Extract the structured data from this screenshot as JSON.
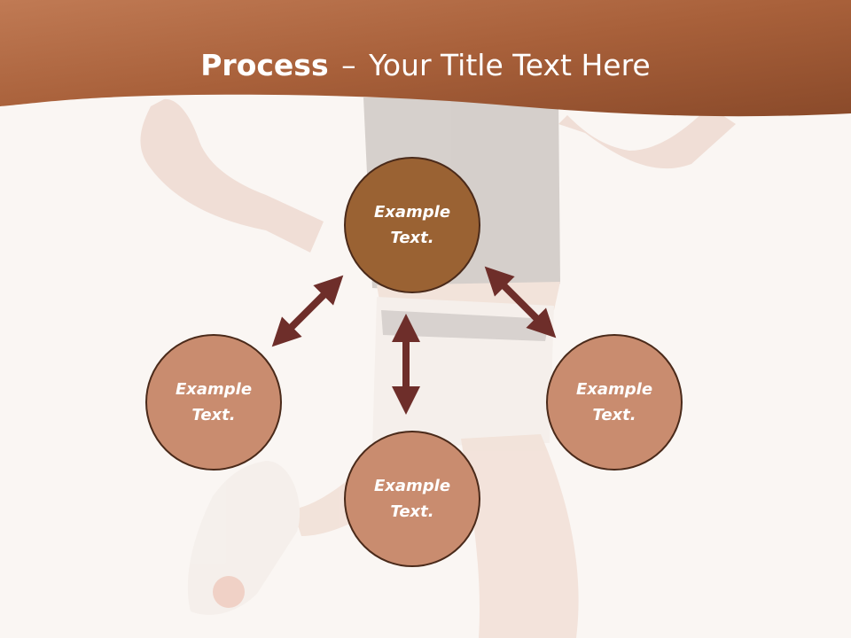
{
  "slide": {
    "title_bold": "Process",
    "title_separator": "–",
    "title_rest": "Your Title Text Here"
  },
  "circles": {
    "top": "Example Text.",
    "left": "Example Text.",
    "right": "Example Text.",
    "bottom": "Example Text."
  },
  "colors": {
    "header": "#a8603a",
    "circle_dark": "#9a6233",
    "circle_light": "#c98c6f",
    "arrow": "#6e2e2a",
    "background": "#faf6f3"
  }
}
